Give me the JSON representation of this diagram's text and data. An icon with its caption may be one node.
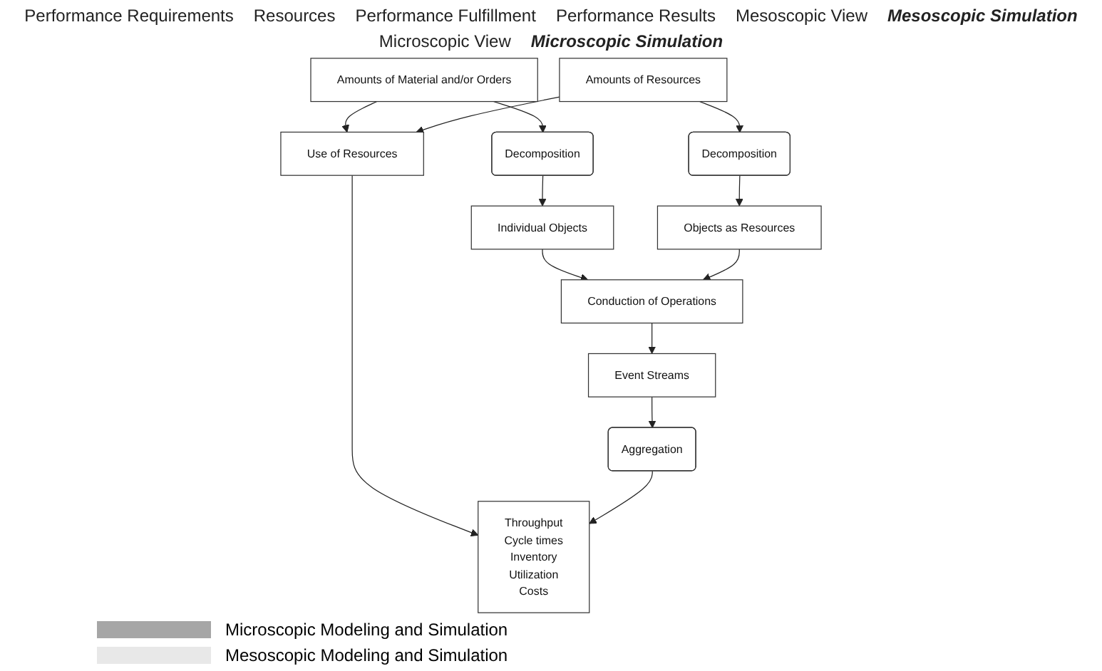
{
  "diagram": {
    "nodes": [
      {
        "text": [
          "Amounts of Material and/or Orders"
        ]
      },
      {
        "text": [
          "Amounts of Resources"
        ]
      },
      {
        "text": [
          "Use of Resources"
        ]
      },
      {
        "text": [
          "Throughput",
          "Cycle times",
          "Inventory",
          "Utilization",
          "Costs"
        ]
      },
      {
        "text": [
          "Decomposition"
        ]
      },
      {
        "text": [
          "Decomposition"
        ]
      },
      {
        "text": [
          "Aggregation"
        ]
      },
      {
        "text": [
          "Individual Objects"
        ]
      },
      {
        "text": [
          "Objects as Resources"
        ]
      },
      {
        "text": [
          "Conduction of Operations"
        ]
      },
      {
        "text": [
          "Event Streams"
        ]
      }
    ],
    "edges": [
      {
        "from": 0,
        "to": 4,
        "arrow": "to"
      },
      {
        "from": 4,
        "to": 7,
        "arrow": "to"
      },
      {
        "from": 1,
        "to": 5,
        "arrow": "to"
      },
      {
        "from": 5,
        "to": 8,
        "arrow": "to"
      },
      {
        "from": 0,
        "to": 2,
        "arrow": "to"
      },
      {
        "from": 1,
        "to": 2,
        "arrow": "to"
      },
      {
        "from": 2,
        "to": 3,
        "arrow": "to"
      },
      {
        "from": 7,
        "to": 9,
        "arrow": "to"
      },
      {
        "from": 8,
        "to": 9,
        "arrow": "to"
      },
      {
        "from": 9,
        "to": 10,
        "arrow": "to"
      },
      {
        "from": 10,
        "to": 6,
        "arrow": "to"
      },
      {
        "from": 6,
        "to": 3,
        "arrow": "to"
      }
    ],
    "labels": [
      "Performance Requirements",
      "Resources",
      "Performance Fulfillment",
      "Performance Results",
      "Mesoscopic View",
      "Mesoscopic Simulation",
      "Microscopic View",
      "Microscopic Simulation"
    ],
    "legend": [
      {
        "text": "Microscopic Modeling and Simulation",
        "color": "#a6a6a6"
      },
      {
        "text": "Mesoscopic Modeling and Simulation",
        "color": "#e8e8e8"
      }
    ]
  }
}
